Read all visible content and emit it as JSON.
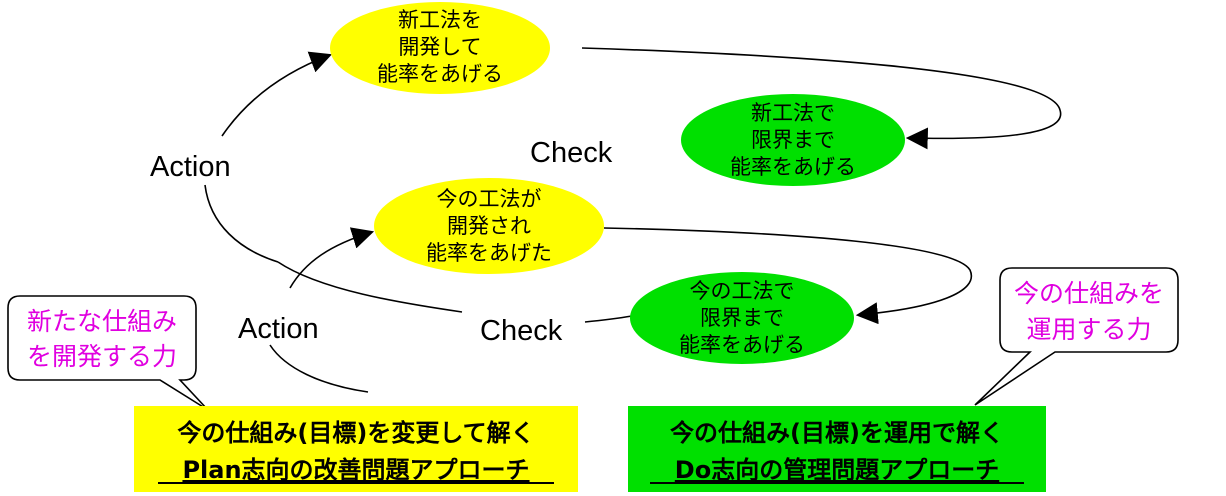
{
  "colors": {
    "yellow": "#ffff00",
    "green": "#00e000",
    "magenta": "#e000e0",
    "black": "#000000"
  },
  "cycles": {
    "upper": {
      "plan": [
        "新工法を",
        "開発して",
        "能率をあげる"
      ],
      "do": [
        "新工法で",
        "限界まで",
        "能率をあげる"
      ],
      "check": "Check",
      "action": "Action"
    },
    "lower": {
      "plan": [
        "今の工法が",
        "開発され",
        "能率をあげた"
      ],
      "do": [
        "今の工法で",
        "限界まで",
        "能率をあげる"
      ],
      "check": "Check",
      "action": "Action"
    }
  },
  "callouts": {
    "left": [
      "新たな仕組み",
      "を開発する力"
    ],
    "right": [
      "今の仕組みを",
      "運用する力"
    ]
  },
  "boxes": {
    "plan": {
      "line1": "今の仕組み(目標)を変更して解く",
      "line2": "Plan志向の改善問題アプローチ"
    },
    "do": {
      "line1": "今の仕組み(目標)を運用で解く",
      "line2": "Do志向の管理問題アプローチ"
    }
  }
}
